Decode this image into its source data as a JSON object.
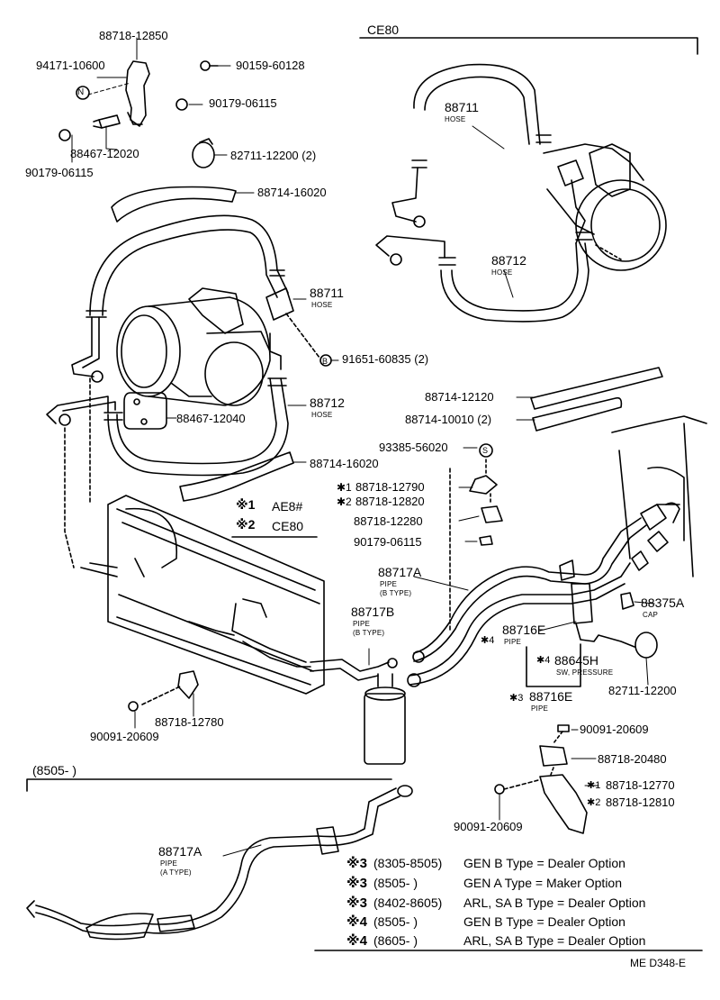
{
  "header": {
    "model_label": "CE80",
    "date_range_label": "(8505-        )"
  },
  "footer": {
    "code": "ME D348-E"
  },
  "parts": {
    "p8871812850": "88718-12850",
    "p9417110600": "94171-10600",
    "p9015960128": "90159-60128",
    "p9017906115_a": "90179-06115",
    "p8848712020": "88467-12020",
    "p9017906115_b": "90179-06115",
    "p8271112200_a": "82711-12200 (2)",
    "p8871416020_a": "88714-16020",
    "p88711_a": "88711",
    "p88711_a_sub": "HOSE",
    "p9165160835": "91651-60835 (2)",
    "p88712_a": "88712",
    "p88712_a_sub": "HOSE",
    "p8848712040": "88467-12040",
    "p8871416020_b": "88714-16020",
    "p88711_b": "88711",
    "p88711_b_sub": "HOSE",
    "p88712_b": "88712",
    "p88712_b_sub": "HOSE",
    "p8871412120": "88714-12120",
    "p8871410010": "88714-10010 (2)",
    "p9338556020": "93385-56020",
    "p8871812790": "88718-12790",
    "p8871812820": "88718-12820",
    "p8871812280": "88718-12280",
    "p9017906115_c": "90179-06115",
    "p88717A_b": "88717A",
    "p88717A_b_sub1": "PIPE",
    "p88717A_b_sub2": "(B TYPE)",
    "p88717B": "88717B",
    "p88717B_sub1": "PIPE",
    "p88717B_sub2": "(B TYPE)",
    "p88375A": "88375A",
    "p88375A_sub": "CAP",
    "p88716E_a": "88716E",
    "p88716E_a_sub": "PIPE",
    "p88645H": "88645H",
    "p88645H_sub": "SW, PRESSURE",
    "p88716E_b": "88716E",
    "p88716E_b_sub": "PIPE",
    "p8271112200_b": "82711-12200",
    "p8871812780": "88718-12780",
    "p9009120609_a": "90091-20609",
    "p9009120609_b": "90091-20609",
    "p8871820480": "88718-20480",
    "p8871812770": "88718-12770",
    "p8871812810": "88718-12810",
    "p9009120609_c": "90091-20609",
    "p88717A_a": "88717A",
    "p88717A_a_sub1": "PIPE",
    "p88717A_a_sub2": "(A TYPE)"
  },
  "markers": {
    "m1": "※1",
    "m2": "※2",
    "m3": "※3",
    "m4": "※4",
    "m1_short": "✱1",
    "m2_short": "✱2",
    "m3_short": "✱3",
    "m4_short": "✱4"
  },
  "legend": {
    "ae8": "AE8#",
    "ce80": "CE80",
    "m1": "※1",
    "m2": "※2"
  },
  "notes": [
    {
      "mark": "※3",
      "range": "(8305-8505)",
      "desc": "GEN B Type = Dealer Option"
    },
    {
      "mark": "※3",
      "range": "(8505-        )",
      "desc": "GEN A Type = Maker Option"
    },
    {
      "mark": "※3",
      "range": "(8402-8605)",
      "desc": "ARL, SA B Type = Dealer Option"
    },
    {
      "mark": "※4",
      "range": "(8505-        )",
      "desc": "GEN B Type = Dealer Option"
    },
    {
      "mark": "※4",
      "range": "(8605-        )",
      "desc": "ARL, SA B Type = Dealer Option"
    }
  ],
  "symbols": {
    "N": "N",
    "B": "B",
    "S": "S"
  }
}
